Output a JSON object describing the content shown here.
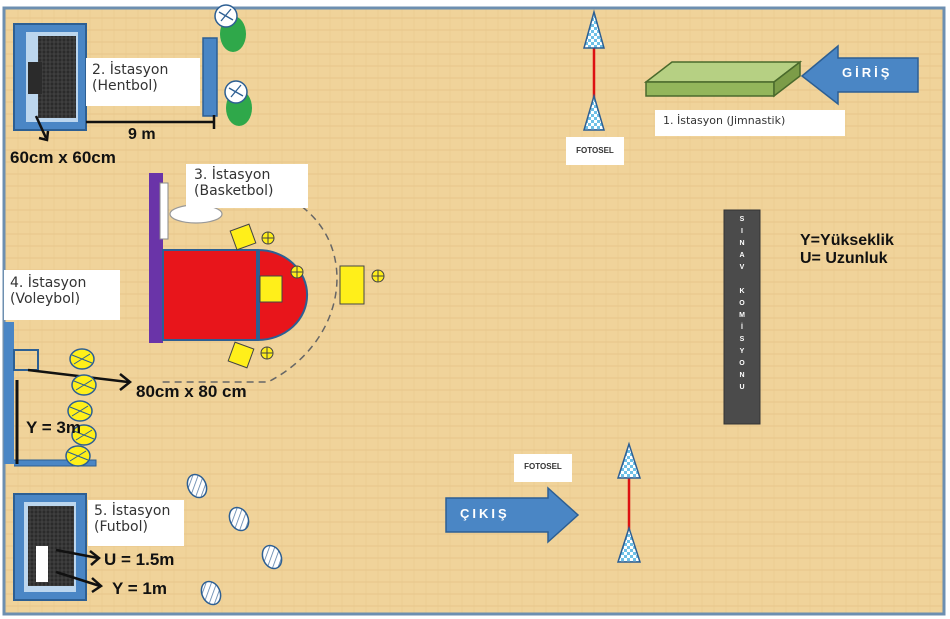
{
  "colors": {
    "floor": "#f0d39a",
    "border": "#6d8fb0",
    "blue": "#4a86c5",
    "dark_blue": "#2d5f93",
    "red": "#e8151b",
    "yellow": "#ffef1a",
    "purple": "#6a34a8",
    "green_mat": "#93b65b",
    "commission": "#4b4b4b",
    "cone": "#6ec0e6",
    "ball_green": "#2fa84a"
  },
  "stations": {
    "s1": {
      "label": "1. İstasyon (Jimnastik)"
    },
    "s2": {
      "line1": "2. İstasyon",
      "line2": "(Hentbol)"
    },
    "s3": {
      "line1": "3. İstasyon",
      "line2": "(Basketbol)"
    },
    "s4": {
      "line1": "4. İstasyon",
      "line2": "(Voleybol)"
    },
    "s5": {
      "line1": "5. İstasyon",
      "line2": "(Futbol)"
    }
  },
  "entry_label": "GİRİŞ",
  "exit_label": "ÇIKIŞ",
  "photocell_label": "FOTOSEL",
  "commission_letters": [
    "S",
    "I",
    "N",
    "A",
    "V",
    "",
    "K",
    "O",
    "M",
    "İ",
    "S",
    "Y",
    "O",
    "N",
    "U"
  ],
  "legend": {
    "y_line": "Y=Yükseklik",
    "u_line": "U= Uzunluk"
  },
  "measurements": {
    "distance_9m": "9 m",
    "size_60": "60cm x 60cm",
    "size_80": "80cm x 80 cm",
    "height_3m": "Y = 3m",
    "length_1_5m": "U = 1.5m",
    "height_1m": "Y = 1m"
  }
}
